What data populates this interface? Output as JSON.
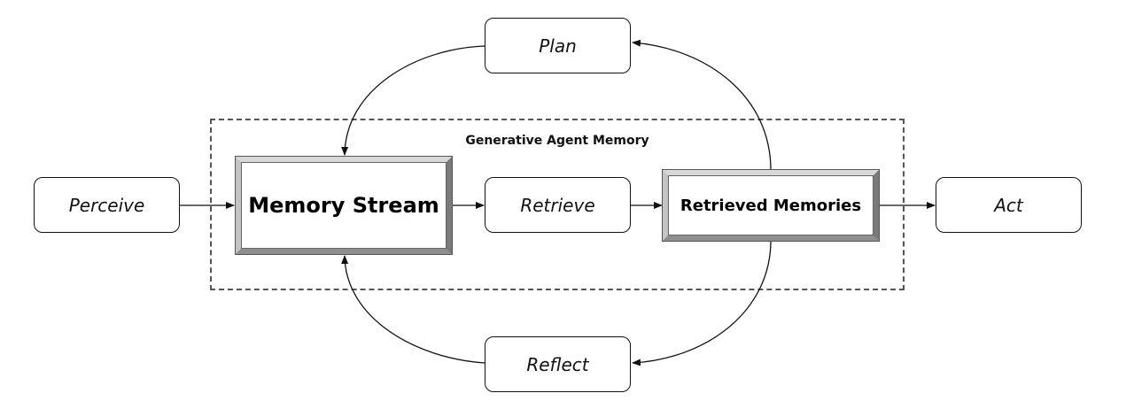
{
  "diagram": {
    "group_title": "Generative Agent Memory",
    "nodes": {
      "perceive": "Perceive",
      "memory_stream": "Memory Stream",
      "retrieve": "Retrieve",
      "retrieved_memories": "Retrieved Memories",
      "act": "Act",
      "plan": "Plan",
      "reflect": "Reflect"
    },
    "edges": [
      {
        "from": "Perceive",
        "to": "Memory Stream"
      },
      {
        "from": "Memory Stream",
        "to": "Retrieve"
      },
      {
        "from": "Retrieve",
        "to": "Retrieved Memories"
      },
      {
        "from": "Retrieved Memories",
        "to": "Act"
      },
      {
        "from": "Retrieved Memories",
        "to": "Plan"
      },
      {
        "from": "Plan",
        "to": "Memory Stream"
      },
      {
        "from": "Retrieved Memories",
        "to": "Reflect"
      },
      {
        "from": "Reflect",
        "to": "Memory Stream"
      }
    ],
    "colors": {
      "stroke": "#111111",
      "dashed_border": "#555555",
      "background": "#ffffff"
    }
  }
}
